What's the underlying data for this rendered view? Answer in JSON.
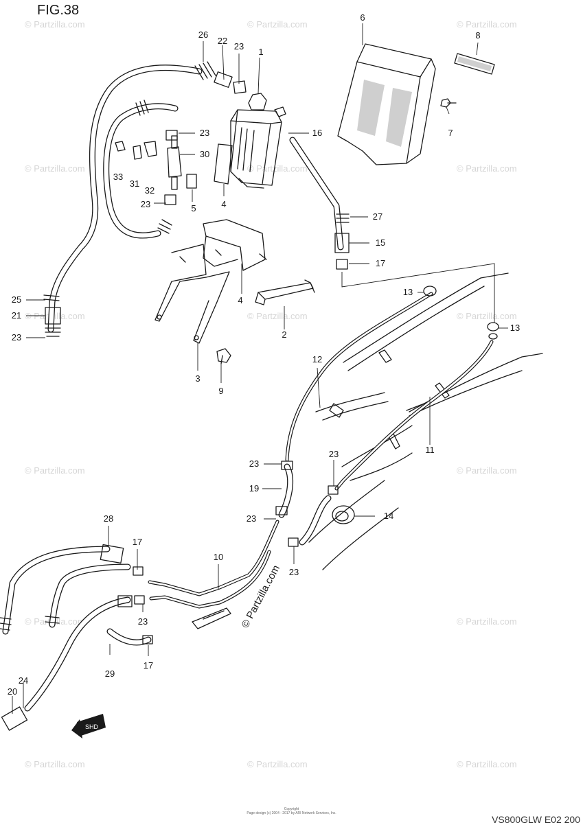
{
  "figure": {
    "title": "FIG.38",
    "footer_line1": "Copyright",
    "footer_line2": "Page design (c) 2004 - 2017 by ARI Network Services, Inc.",
    "corner_code": "VS800GLW E02 200"
  },
  "watermark": {
    "text": "© Partzilla.com",
    "center_text": "© Partzilla.com"
  },
  "callouts": [
    {
      "id": "c26a",
      "label": "26"
    },
    {
      "id": "c22",
      "label": "22"
    },
    {
      "id": "c23a",
      "label": "23"
    },
    {
      "id": "c1",
      "label": "1"
    },
    {
      "id": "c6",
      "label": "6"
    },
    {
      "id": "c8",
      "label": "8"
    },
    {
      "id": "c7",
      "label": "7"
    },
    {
      "id": "c23b",
      "label": "23"
    },
    {
      "id": "c16",
      "label": "16"
    },
    {
      "id": "c30",
      "label": "30"
    },
    {
      "id": "c33",
      "label": "33"
    },
    {
      "id": "c31",
      "label": "31"
    },
    {
      "id": "c32",
      "label": "32"
    },
    {
      "id": "c23c",
      "label": "23"
    },
    {
      "id": "c5",
      "label": "5"
    },
    {
      "id": "c4a",
      "label": "4"
    },
    {
      "id": "c27",
      "label": "27"
    },
    {
      "id": "c15",
      "label": "15"
    },
    {
      "id": "c17a",
      "label": "17"
    },
    {
      "id": "c4b",
      "label": "4"
    },
    {
      "id": "c13a",
      "label": "13"
    },
    {
      "id": "c13b",
      "label": "13"
    },
    {
      "id": "c25",
      "label": "25"
    },
    {
      "id": "c21",
      "label": "21"
    },
    {
      "id": "c23d",
      "label": "23"
    },
    {
      "id": "c2",
      "label": "2"
    },
    {
      "id": "c3",
      "label": "3"
    },
    {
      "id": "c9",
      "label": "9"
    },
    {
      "id": "c12",
      "label": "12"
    },
    {
      "id": "c11",
      "label": "11"
    },
    {
      "id": "c23e",
      "label": "23"
    },
    {
      "id": "c23f",
      "label": "23"
    },
    {
      "id": "c19",
      "label": "19"
    },
    {
      "id": "c14",
      "label": "14"
    },
    {
      "id": "c23g",
      "label": "23"
    },
    {
      "id": "c28",
      "label": "28"
    },
    {
      "id": "c17b",
      "label": "17"
    },
    {
      "id": "c10",
      "label": "10"
    },
    {
      "id": "c23h",
      "label": "23"
    },
    {
      "id": "c23i",
      "label": "23"
    },
    {
      "id": "c17c",
      "label": "17"
    },
    {
      "id": "c29",
      "label": "29"
    },
    {
      "id": "c24",
      "label": "24"
    },
    {
      "id": "c20",
      "label": "20"
    }
  ],
  "arrow_badge": "SHD",
  "icons": [
    "front-direction-arrow-icon",
    "copyright-watermark-icon"
  ]
}
